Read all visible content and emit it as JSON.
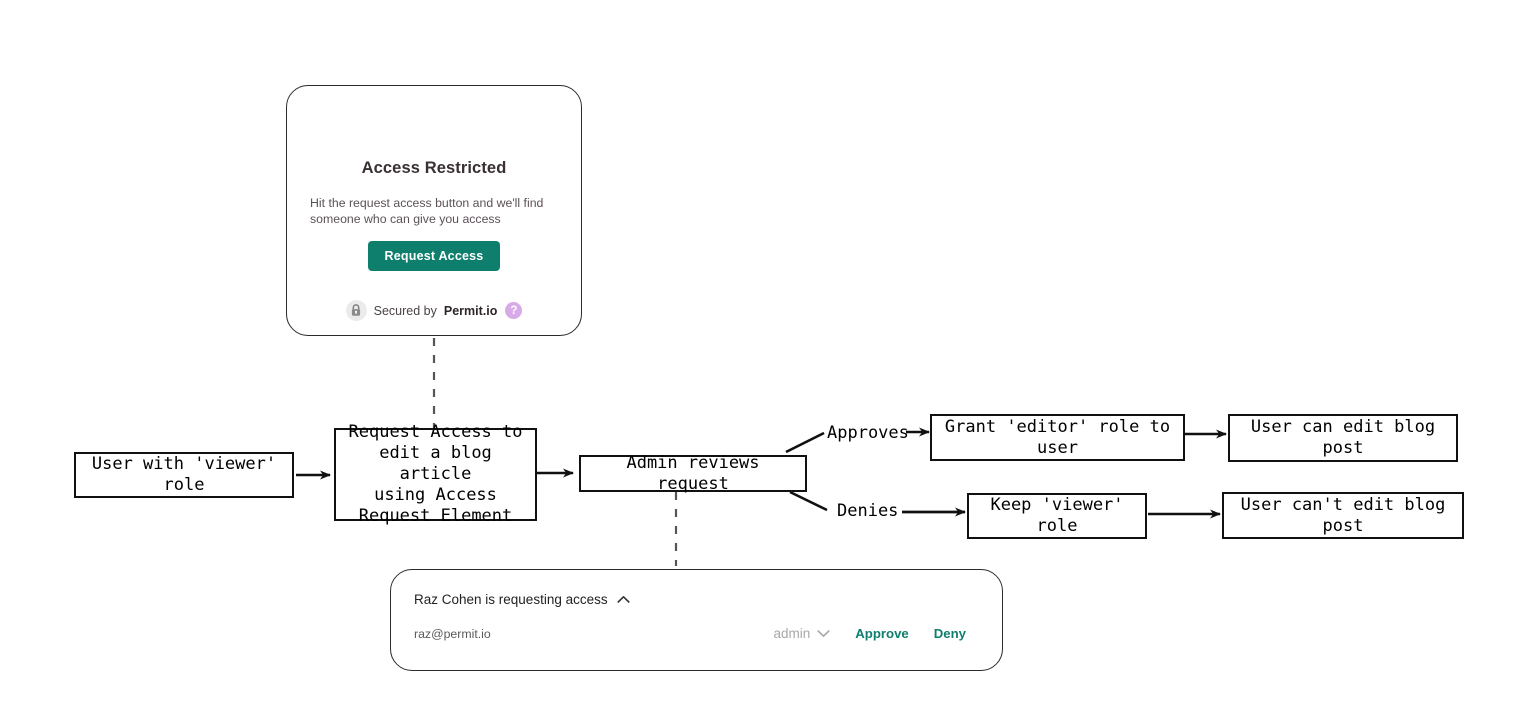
{
  "access_card": {
    "title": "Access Restricted",
    "subtitle": "Hit the request access button and we'll find someone who can give you access",
    "button_label": "Request Access",
    "secured_prefix": "Secured by",
    "brand": "Permit.io",
    "help_glyph": "?",
    "lock_icon": "lock-icon",
    "accent_color": "#0f7f6d",
    "help_badge_color": "#d9aae8"
  },
  "approval_card": {
    "title": "Raz Cohen is requesting access",
    "collapse_glyph": "⌃",
    "email": "raz@permit.io",
    "role_value": "admin",
    "role_chevron": "⌄",
    "approve_label": "Approve",
    "deny_label": "Deny",
    "accent_color": "#0f7f6d",
    "role_color": "#a8a8a8"
  },
  "flow": {
    "nodes": [
      {
        "id": "viewer-user",
        "text": "User with 'viewer'\nrole"
      },
      {
        "id": "request-access",
        "text": "Request Access to\nedit a blog article\nusing Access\nRequest Element"
      },
      {
        "id": "admin-review",
        "text": "Admin reviews request"
      },
      {
        "id": "grant-editor",
        "text": "Grant 'editor' role to\nuser"
      },
      {
        "id": "can-edit",
        "text": "User can edit blog\npost"
      },
      {
        "id": "keep-viewer",
        "text": "Keep 'viewer'\nrole"
      },
      {
        "id": "cannot-edit",
        "text": "User can't edit blog\npost"
      }
    ],
    "edge_labels": [
      {
        "id": "approves",
        "text": "Approves"
      },
      {
        "id": "denies",
        "text": "Denies"
      }
    ]
  }
}
